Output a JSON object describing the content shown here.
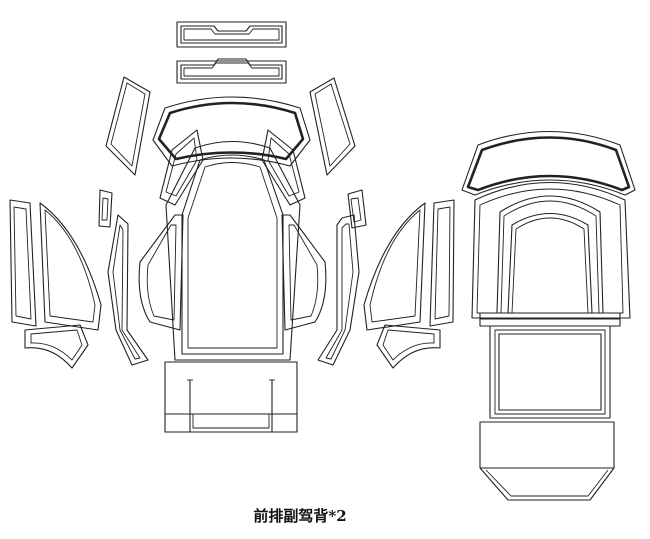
{
  "caption": "前排副驾背*2",
  "colors": {
    "line": "#222222",
    "background": "#ffffff"
  },
  "pieces": [
    "top-strip-upper",
    "top-strip-lower",
    "upper-left-side-panel",
    "upper-right-side-panel",
    "headrest-cover",
    "seat-back-main-panel",
    "left-wing-panel",
    "right-wing-panel",
    "left-side-bolster",
    "right-side-bolster",
    "inner-left-strip",
    "inner-right-strip",
    "outer-left-panel-a",
    "outer-left-panel-b",
    "outer-right-panel-a",
    "outer-right-panel-b",
    "left-small-wedge",
    "right-small-wedge",
    "lower-seat-panel",
    "assembled-headrest",
    "assembled-back",
    "assembled-lower-back",
    "assembled-base"
  ]
}
